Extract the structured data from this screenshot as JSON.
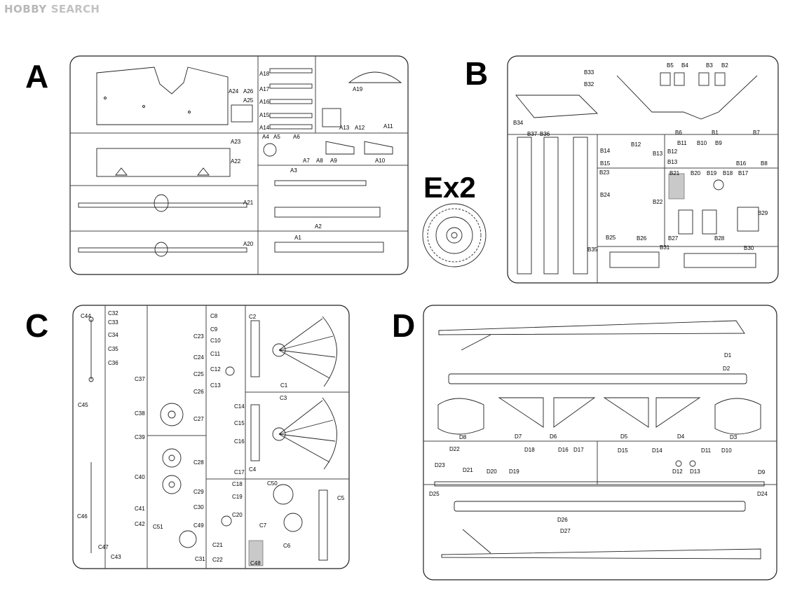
{
  "watermark": {
    "logo": "HOBBY",
    "text": "SEARCH"
  },
  "multiplier": "Ex2",
  "sprues": {
    "A": {
      "letter": "A",
      "labels": [
        "A24",
        "A26",
        "A25",
        "A18",
        "A17",
        "A16",
        "A15",
        "A14",
        "A19",
        "A13",
        "A12",
        "A11",
        "A23",
        "A22",
        "A4",
        "A5",
        "A6",
        "A7",
        "A8",
        "A9",
        "A10",
        "A3",
        "A21",
        "A2",
        "A1",
        "A20"
      ]
    },
    "B": {
      "letter": "B",
      "labels": [
        "B5",
        "B4",
        "B3",
        "B2",
        "B33",
        "B32",
        "B34",
        "B6",
        "B1",
        "B7",
        "B37",
        "B36",
        "B12",
        "B13",
        "B11",
        "B10",
        "B9",
        "B14",
        "B12",
        "B13",
        "B15",
        "B16",
        "B8",
        "B23",
        "B21",
        "B20",
        "B19",
        "B18",
        "B17",
        "B24",
        "B22",
        "B25",
        "B26",
        "B27",
        "B28",
        "B29",
        "B35",
        "B31",
        "B30"
      ]
    },
    "C": {
      "letter": "C",
      "labels": [
        "C44",
        "C32",
        "C33",
        "C34",
        "C35",
        "C36",
        "C37",
        "C45",
        "C38",
        "C39",
        "C40",
        "C41",
        "C42",
        "C43",
        "C46",
        "C47",
        "C23",
        "C24",
        "C25",
        "C26",
        "C27",
        "C28",
        "C29",
        "C30",
        "C51",
        "C49",
        "C31",
        "C8",
        "C9",
        "C10",
        "C11",
        "C12",
        "C13",
        "C14",
        "C15",
        "C16",
        "C17",
        "C18",
        "C19",
        "C20",
        "C21",
        "C22",
        "C48",
        "C2",
        "C1",
        "C3",
        "C4",
        "C50",
        "C5",
        "C7",
        "C6"
      ]
    },
    "D": {
      "letter": "D",
      "labels": [
        "D1",
        "D2",
        "D8",
        "D7",
        "D6",
        "D5",
        "D4",
        "D3",
        "D22",
        "D23",
        "D21",
        "D20",
        "D19",
        "D18",
        "D16",
        "D17",
        "D15",
        "D14",
        "D11",
        "D10",
        "D12",
        "D13",
        "D9",
        "D25",
        "D24",
        "D26",
        "D27"
      ]
    }
  }
}
